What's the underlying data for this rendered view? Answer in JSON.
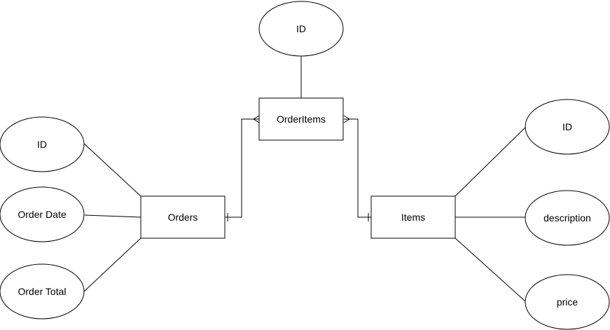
{
  "entities": {
    "order_items": "OrderItems",
    "orders": "Orders",
    "items": "Items"
  },
  "attributes": {
    "order_items_id": "ID",
    "orders_id": "ID",
    "orders_date": "Order Date",
    "orders_total": "Order Total",
    "items_id": "ID",
    "items_description": "description",
    "items_price": "price"
  }
}
